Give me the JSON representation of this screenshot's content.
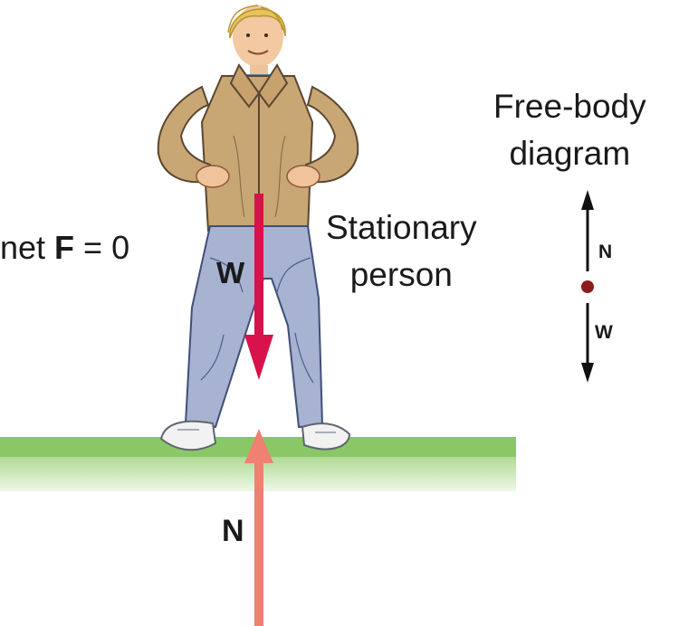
{
  "labels": {
    "net_prefix": "net ",
    "net_bold": "F",
    "net_suffix": " = 0",
    "stationary_line1": "Stationary",
    "stationary_line2": "person",
    "fbd_line1": "Free-body",
    "fbd_line2": "diagram",
    "w_big": "W",
    "n_big": "N",
    "n_small": "N",
    "w_small": "W"
  },
  "icons": {
    "person": "person-illustration",
    "ground": "ground-strip",
    "weight_arrow": "down-arrow",
    "normal_arrow": "up-arrow"
  },
  "colors": {
    "weight_arrow": "#d8124a",
    "normal_arrow": "#ef8072",
    "ground_top": "#8cc96a",
    "ground_bottom": "#e7f3dc",
    "fbd_dot": "#8b1a1a",
    "fbd_arrows": "#111111",
    "shirt": "#c9a774",
    "pants": "#a7b2d1",
    "hair": "#e6c45c"
  }
}
